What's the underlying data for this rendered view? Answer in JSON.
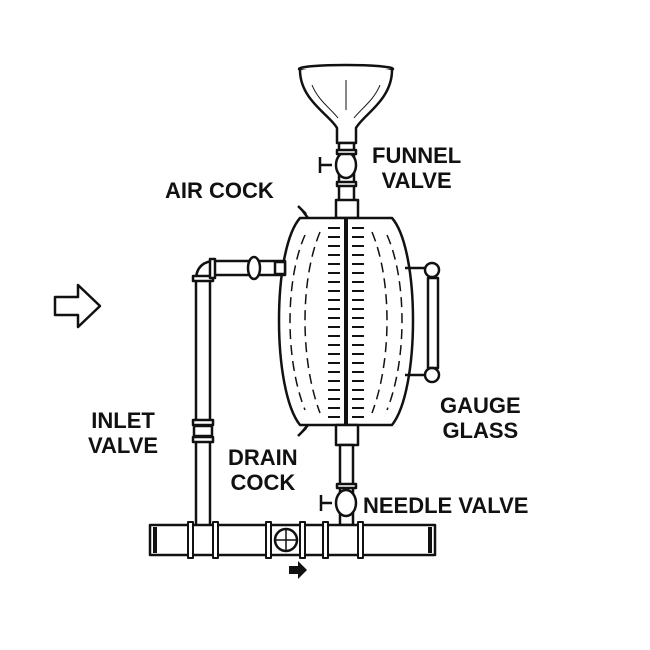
{
  "labels": {
    "funnel_valve": [
      "FUNNEL",
      "VALVE"
    ],
    "air_cock": "AIR COCK",
    "inlet_valve": [
      "INLET",
      "VALVE"
    ],
    "drain_cock": [
      "DRAIN",
      "COCK"
    ],
    "gauge_glass": [
      "GAUGE",
      "GLASS"
    ],
    "needle_valve": "NEEDLE VALVE"
  },
  "icons": {
    "inflow": "outline-arrow-right",
    "flow_direction": "filled-arrow-right"
  },
  "colors": {
    "ink": "#111111",
    "background": "#ffffff"
  }
}
